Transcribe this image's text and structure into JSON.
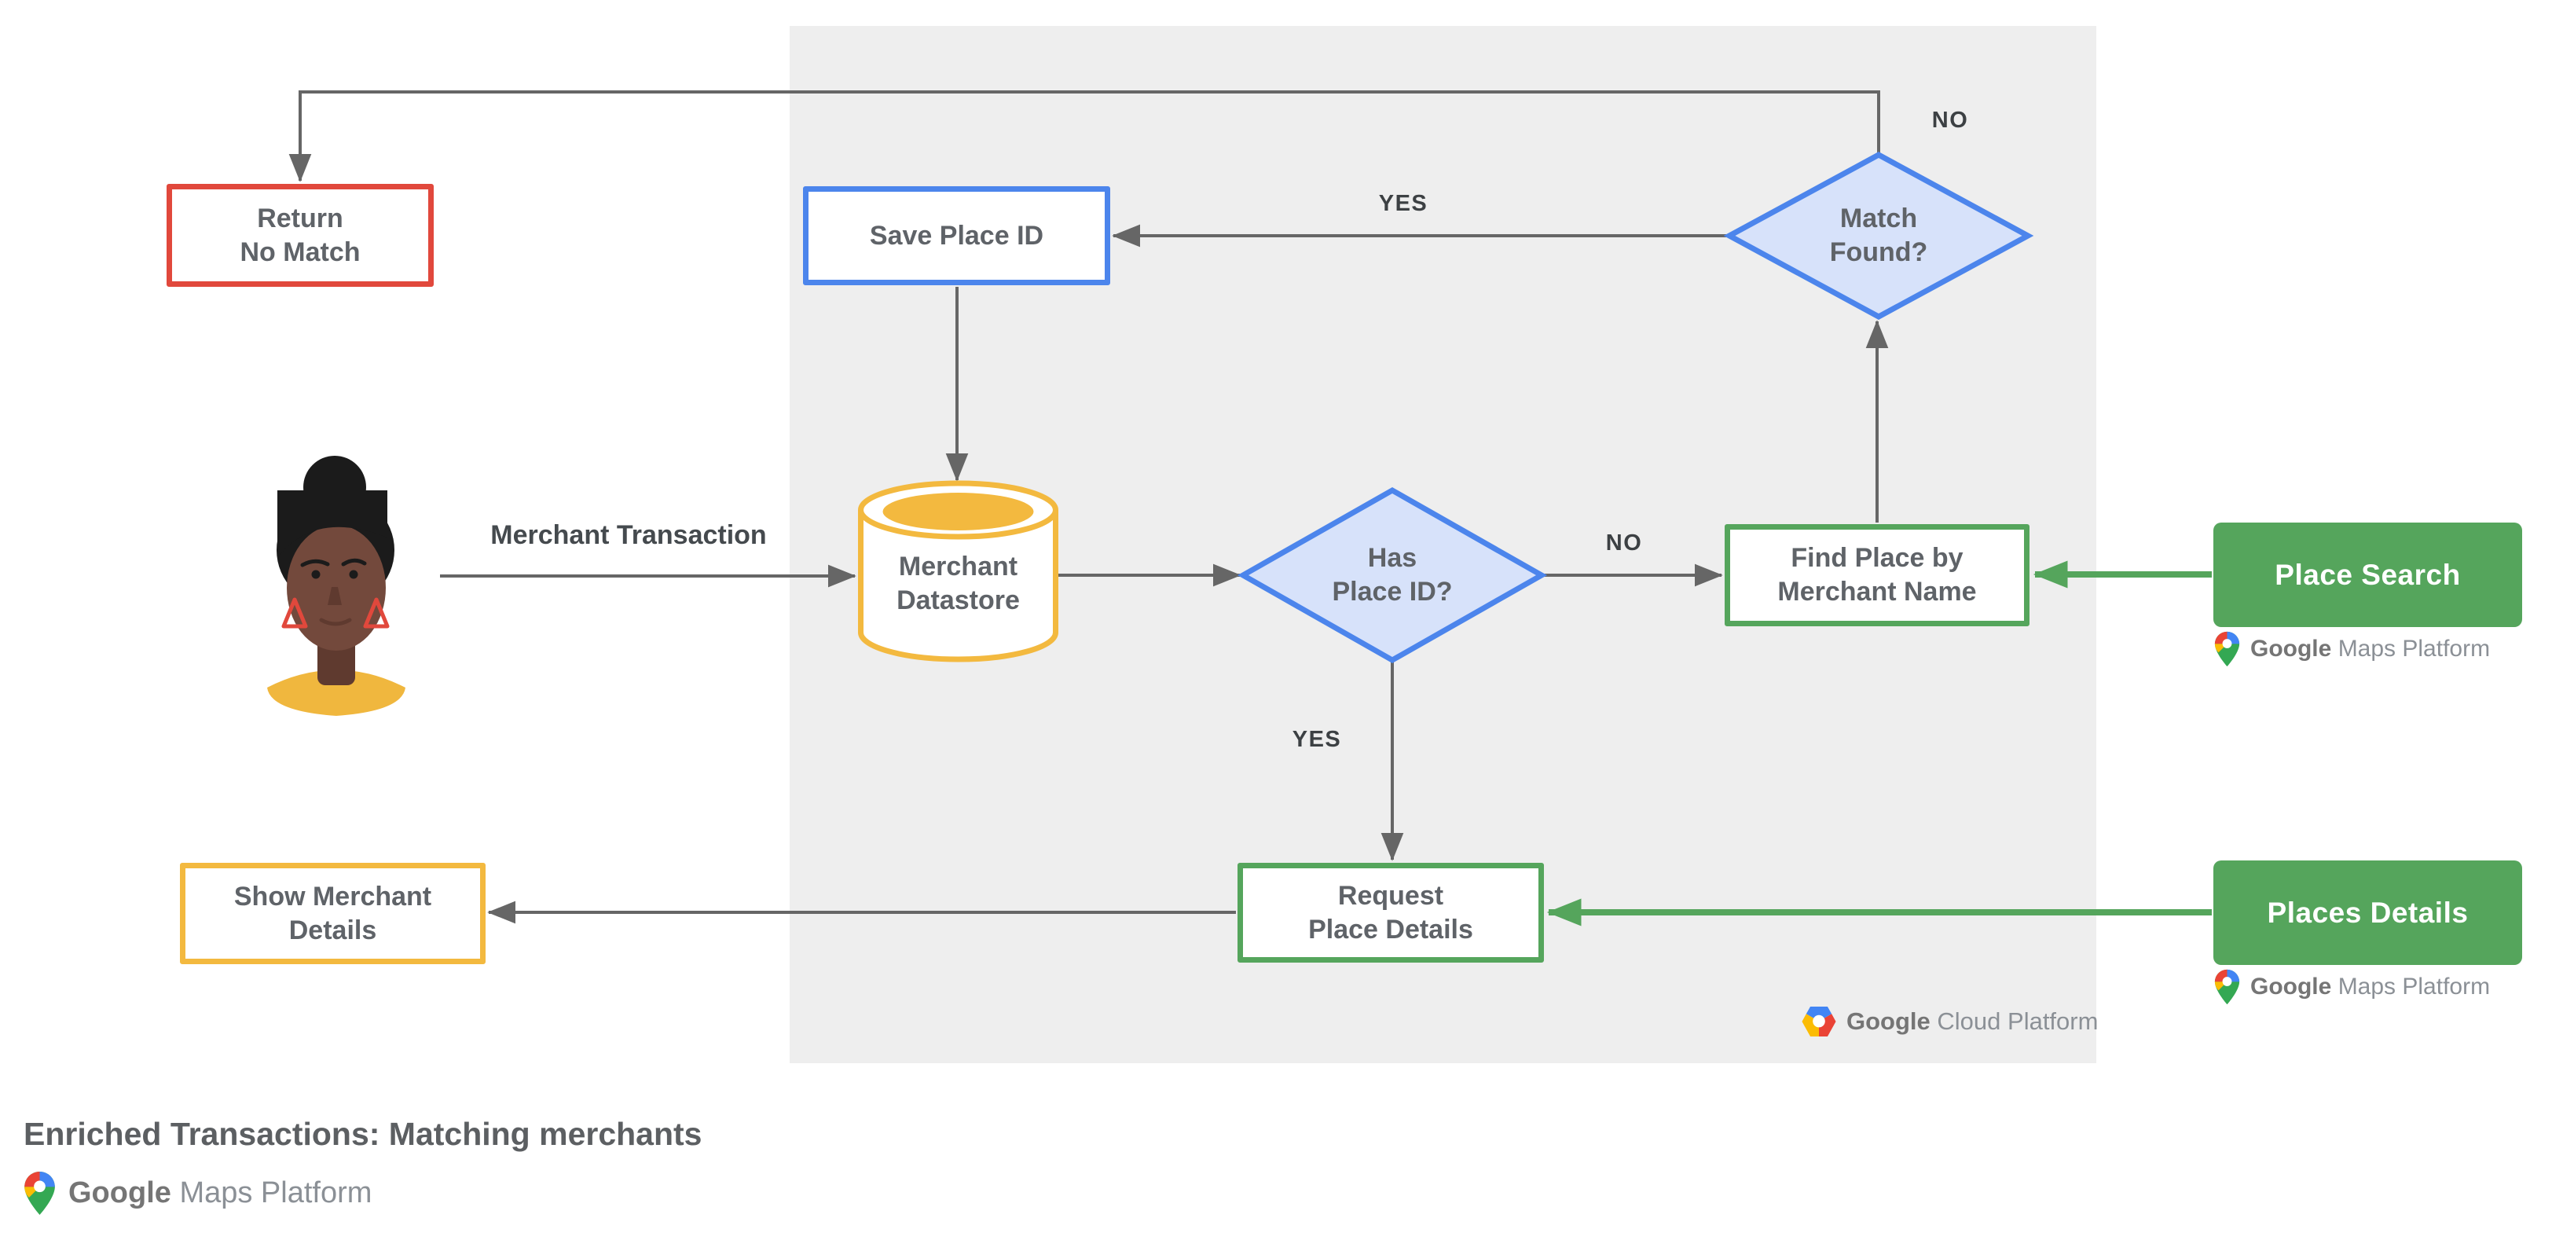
{
  "diagram": {
    "title": "Enriched Transactions: Matching merchants",
    "nodes": {
      "return_no_match": "Return\nNo Match",
      "save_place_id": "Save Place ID",
      "merchant_datastore": "Merchant\nDatastore",
      "has_place_id": "Has\nPlace ID?",
      "match_found": "Match\nFound?",
      "find_place_by_merchant_name": "Find Place by\nMerchant Name",
      "request_place_details": "Request\nPlace Details",
      "show_merchant_details": "Show Merchant\nDetails",
      "place_search": "Place Search",
      "places_details": "Places Details"
    },
    "edge_labels": {
      "merchant_transaction": "Merchant Transaction",
      "match_found_yes": "YES",
      "match_found_no": "NO",
      "has_place_id_no": "NO",
      "has_place_id_yes": "YES"
    },
    "logos": {
      "google_maps_platform": {
        "google": "Google",
        "product": "Maps Platform"
      },
      "google_cloud_platform": {
        "google": "Google",
        "product": "Cloud Platform"
      }
    },
    "colors": {
      "red": "#E1483C",
      "blue": "#4C85EC",
      "blue_fill": "#D7E2FA",
      "yellow": "#F3B93F",
      "green": "#55A55C",
      "panel_gray": "#EEEEEE",
      "connector_gray": "#666666",
      "node_text": "#5F6368"
    }
  }
}
